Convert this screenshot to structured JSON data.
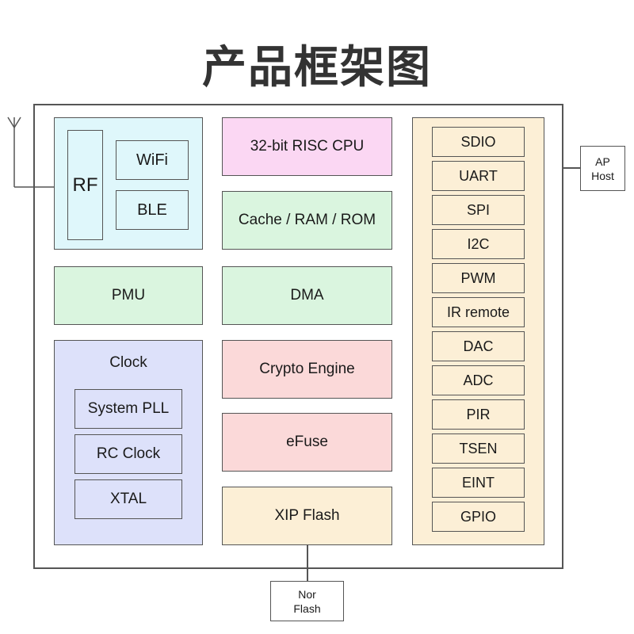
{
  "title": "产品框架图",
  "chip": {
    "rf_group": {
      "rf": "RF",
      "wifi": "WiFi",
      "ble": "BLE"
    },
    "pmu": "PMU",
    "clock": {
      "label": "Clock",
      "items": [
        "System PLL",
        "RC Clock",
        "XTAL"
      ]
    },
    "center": [
      "32-bit RISC CPU",
      "Cache / RAM / ROM",
      "DMA",
      "Crypto Engine",
      "eFuse",
      "XIP Flash"
    ],
    "peripherals": [
      "SDIO",
      "UART",
      "SPI",
      "I2C",
      "PWM",
      "IR remote",
      "DAC",
      "ADC",
      "PIR",
      "TSEN",
      "EINT",
      "GPIO"
    ]
  },
  "external": {
    "ap_host": [
      "AP",
      "Host"
    ],
    "nor_flash": [
      "Nor",
      "Flash"
    ]
  },
  "colors": {
    "rf_group": "#dff7fb",
    "cpu": "#fbd7f3",
    "memory": "#daf5df",
    "crypto": "#fbd9d9",
    "flash": "#fcefd6",
    "clock": "#dde1fa",
    "border": "#555555"
  }
}
